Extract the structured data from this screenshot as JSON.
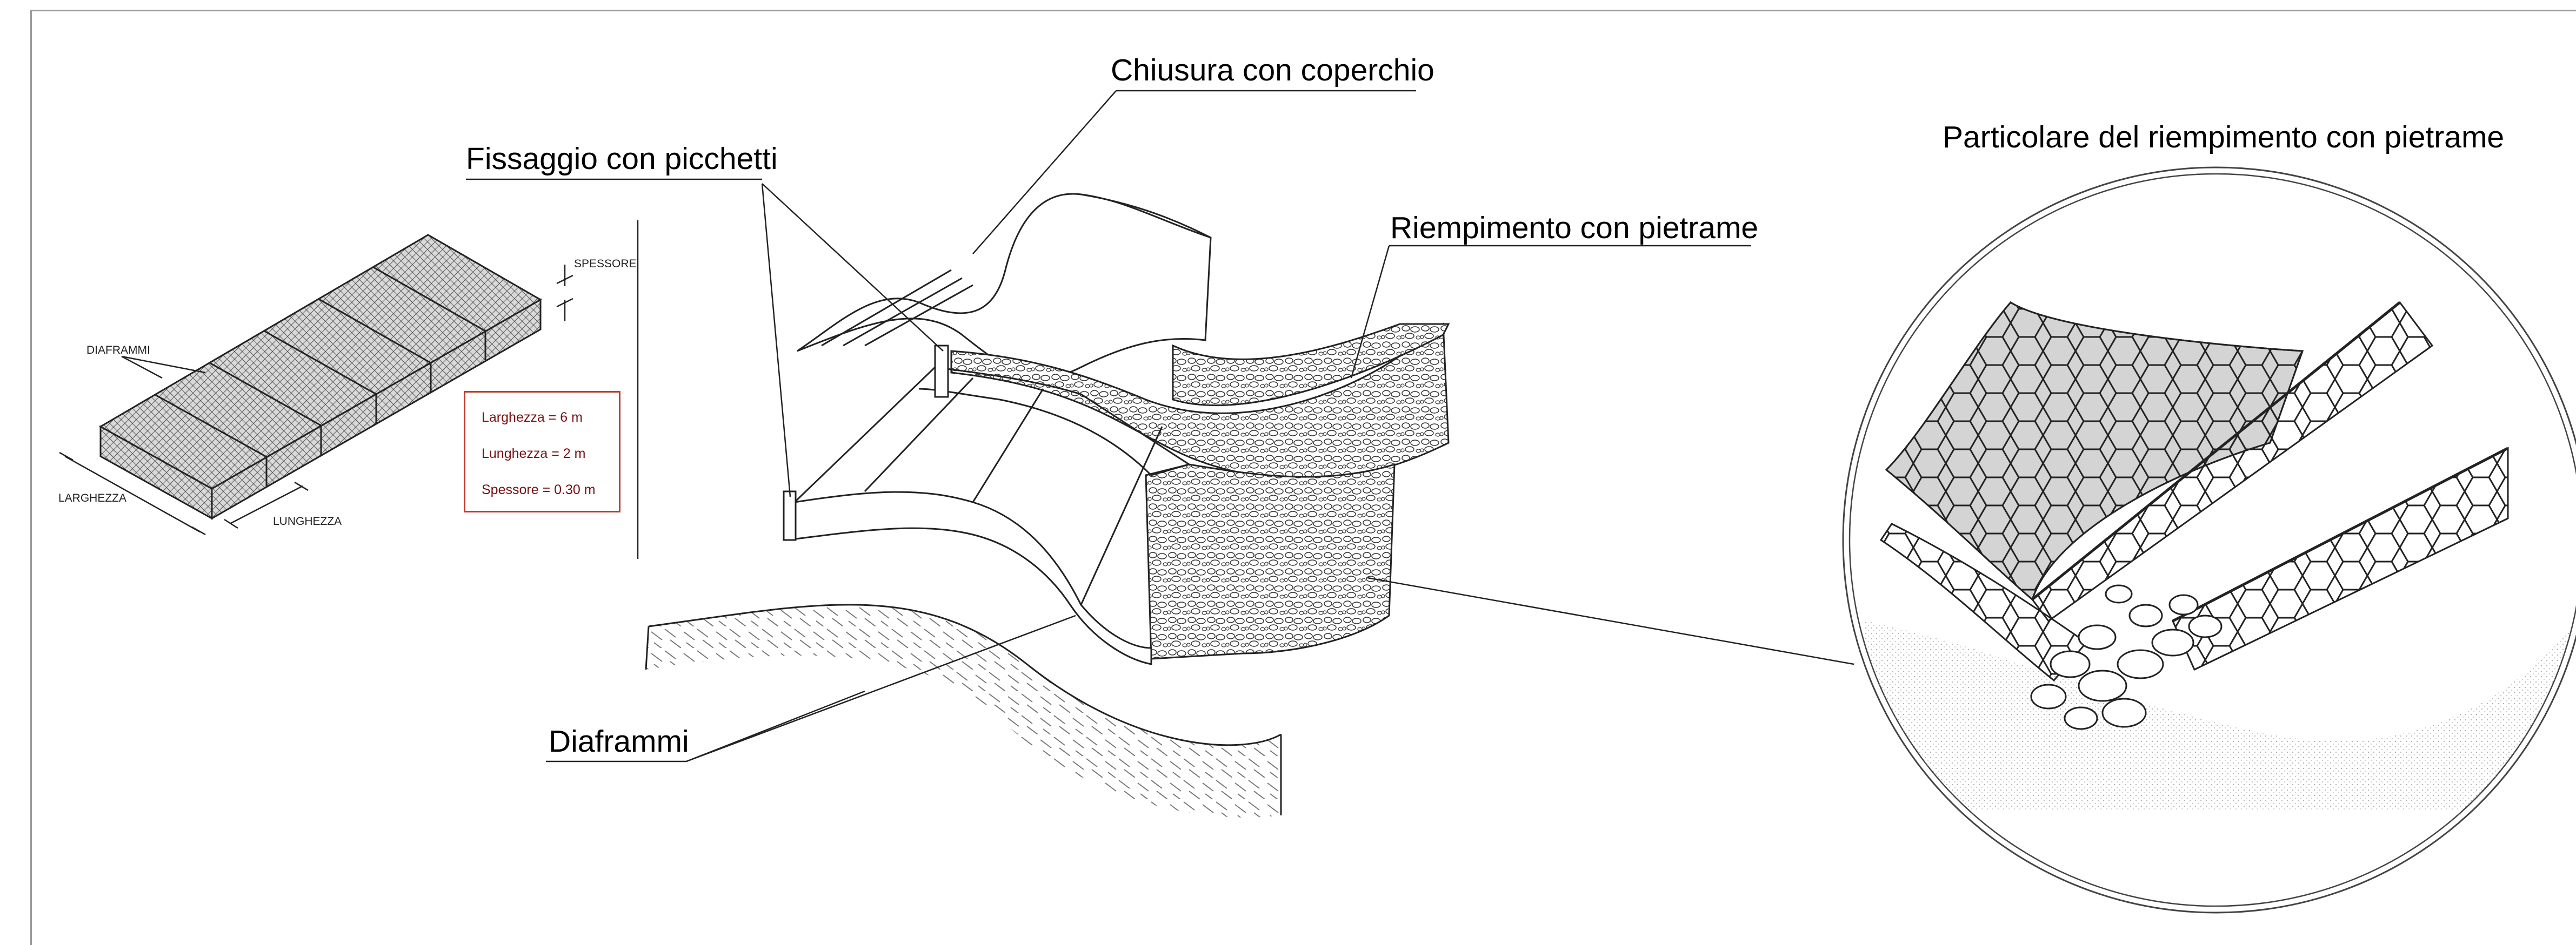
{
  "labels": {
    "chiusura": "Chiusura con coperchio",
    "fissaggio": "Fissaggio con picchetti",
    "riempimento": "Riempimento con pietrame",
    "diaframmi": "Diaframmi",
    "particolare": "Particolare del riempimento con pietrame"
  },
  "small_drawing": {
    "spessore": "SPESSORE",
    "diaframmi": "DIAFRAMMI",
    "larghezza": "LARGHEZZA",
    "lunghezza": "LUNGHEZZA"
  },
  "dimensions": {
    "larghezza": "Larghezza = 6 m",
    "lunghezza": "Lunghezza = 2 m",
    "spessore": "Spessore = 0.30 m"
  },
  "colors": {
    "dimension_text": "#7a1010",
    "dimension_border": "#c0392b",
    "line": "#222222",
    "mesh_fill": "#cfcfcf"
  }
}
